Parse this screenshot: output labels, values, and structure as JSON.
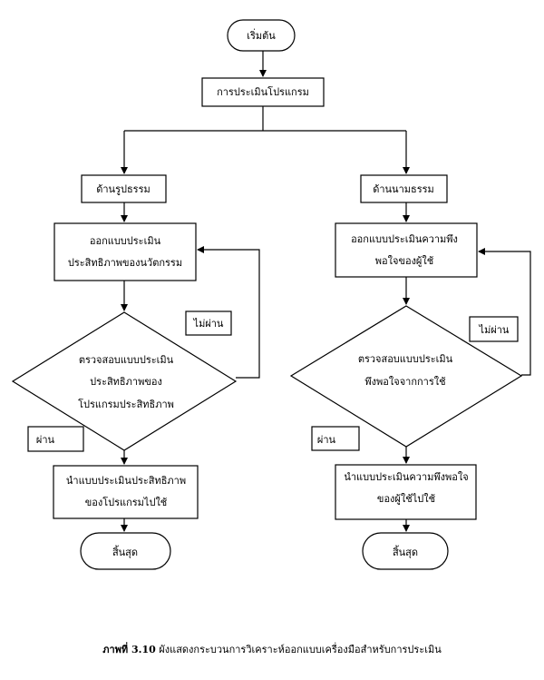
{
  "nodes": {
    "start": "เริ่มต้น",
    "evaluate_program": "การประเมินโปรแกรม",
    "left": {
      "branch": "ด้านรูปธรรม",
      "design": [
        "ออกแบบประเมิน",
        "ประสิทธิภาพของนวัตกรรม"
      ],
      "check": [
        "ตรวจสอบแบบประเมิน",
        "ประสิทธิภาพของ",
        "โปรแกรมประสิทธิภาพ"
      ],
      "fail": "ไม่ผ่าน",
      "pass": "ผ่าน",
      "apply": [
        "นำแบบประเมินประสิทธิภาพ",
        "ของโปรแกรมไปใช้"
      ],
      "end": "สิ้นสุด"
    },
    "right": {
      "branch": "ด้านนามธรรม",
      "design": [
        "ออกแบบประเมินความพึง",
        "พอใจของผู้ใช้"
      ],
      "check": [
        "ตรวจสอบแบบประเมิน",
        "พึงพอใจจากการใช้"
      ],
      "fail": "ไม่ผ่าน",
      "pass": "ผ่าน",
      "apply": [
        "นำแบบประเมินความพึงพอใจ",
        "ของผู้ใช้ไปใช้"
      ],
      "end": "สิ้นสุด"
    }
  },
  "caption": {
    "label": "ภาพที่ 3.10",
    "text": "ผังแสดงกระบวนการวิเคราะห์ออกแบบเครื่องมือสำหรับการประเมิน"
  }
}
